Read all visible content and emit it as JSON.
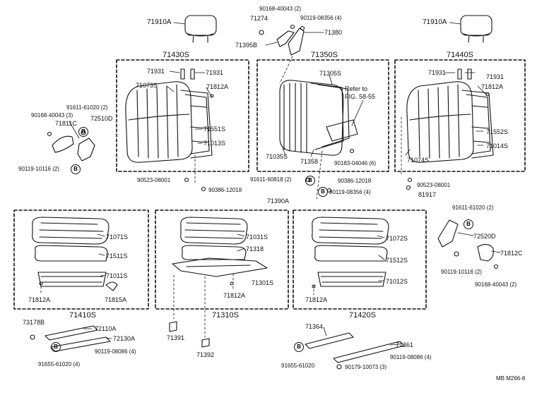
{
  "title_block": {
    "code": "MB  M266-8"
  },
  "groups": {
    "rear_left_back": "71430S",
    "rear_center_back": "71350S",
    "rear_right_back": "71440S",
    "rear_left_cushion": "71410S",
    "rear_center_cushion": "71310S",
    "rear_right_cushion": "71420S"
  },
  "labels": {
    "h1": "71910A",
    "h2": "71910A",
    "p71274": "71274",
    "p90168_a": "90168-40043 (2)",
    "p90119_a": "90119-08356 (4)",
    "p71380": "71380",
    "p71395B": "71395B",
    "p71931_l1": "71931",
    "p71931_l2": "71931",
    "p71073S": "71073S",
    "p71812A_l": "71812A",
    "p71551S": "71551S",
    "p71013S": "71013S",
    "p71305S": "71305S",
    "ref1": "Refer to",
    "ref2": "FIG. 58-55",
    "p71035S": "71035S",
    "p71358": "71358",
    "p90183": "90183-04046 (6)",
    "p71931_r1": "71931",
    "p71931_r2": "71931",
    "p71812A_r": "71812A",
    "p71552S": "71552S",
    "p71014S": "71014S",
    "p71074S": "71074S",
    "p91611_l": "91611-61020 (2)",
    "p90168_l": "90168-40043 (3)",
    "p72510D": "72510D",
    "p71811C": "71811C",
    "p90119_10116_l": "90119-10116 (2)",
    "p90523_l": "90523-08001",
    "p90386_l": "90386-12018",
    "p91611_60818": "91611-60818 (2)",
    "p90386_r": "90386-12018",
    "p90523_r": "90523-08001",
    "p90119_08356_b": "90119-08356 (4)",
    "p81917": "81917",
    "p71390A": "71390A",
    "p91611_r": "91611-61020 (2)",
    "p72520D": "72520D",
    "p71812C": "71812C",
    "p90119_10116_r": "90119-10116 (2)",
    "p90168_r": "90168-40043 (2)",
    "p71071S": "71071S",
    "p71511S": "71511S",
    "p71011S": "71011S",
    "p71812A_cl": "71812A",
    "p71815A": "71815A",
    "p71031S": "71031S",
    "p71318": "71318",
    "p71301S": "71301S",
    "p71812A_cc": "71812A",
    "p71072S": "71072S",
    "p71512S": "71512S",
    "p71012S": "71012S",
    "p71812A_cr": "71812A",
    "p71391": "71391",
    "p71392": "71392",
    "p73178B": "73178B",
    "p72110A": "72110A",
    "p72130A": "72130A",
    "p90119_08086_l": "90119-08086 (4)",
    "p91655_l": "91655-61020 (4)",
    "p71364": "71364",
    "p71361": "71361",
    "p90119_08086_r": "90119-08086 (4)",
    "p91655_r": "91655-61020",
    "p90179": "90179-10073 (3)"
  },
  "markers": {
    "b": "B"
  }
}
